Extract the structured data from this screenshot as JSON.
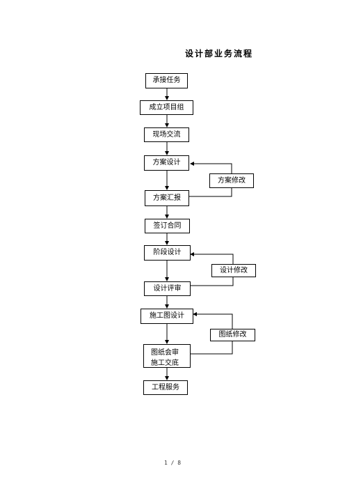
{
  "title": "设计部业务流程",
  "steps": [
    {
      "label": "承接任务"
    },
    {
      "label": "成立项目组"
    },
    {
      "label": "现场交流"
    },
    {
      "label": "方案设计"
    },
    {
      "label": "方案汇报"
    },
    {
      "label": "签订合同"
    },
    {
      "label": "阶段设计"
    },
    {
      "label": "设计评审"
    },
    {
      "label": "施工图设计"
    },
    {
      "label": "图纸会审",
      "label2": "施工交底"
    },
    {
      "label": "工程服务"
    }
  ],
  "feedback": [
    {
      "label": "方案修改"
    },
    {
      "label": "设计修改"
    },
    {
      "label": "图纸修改"
    }
  ],
  "footer": "1 / 8"
}
